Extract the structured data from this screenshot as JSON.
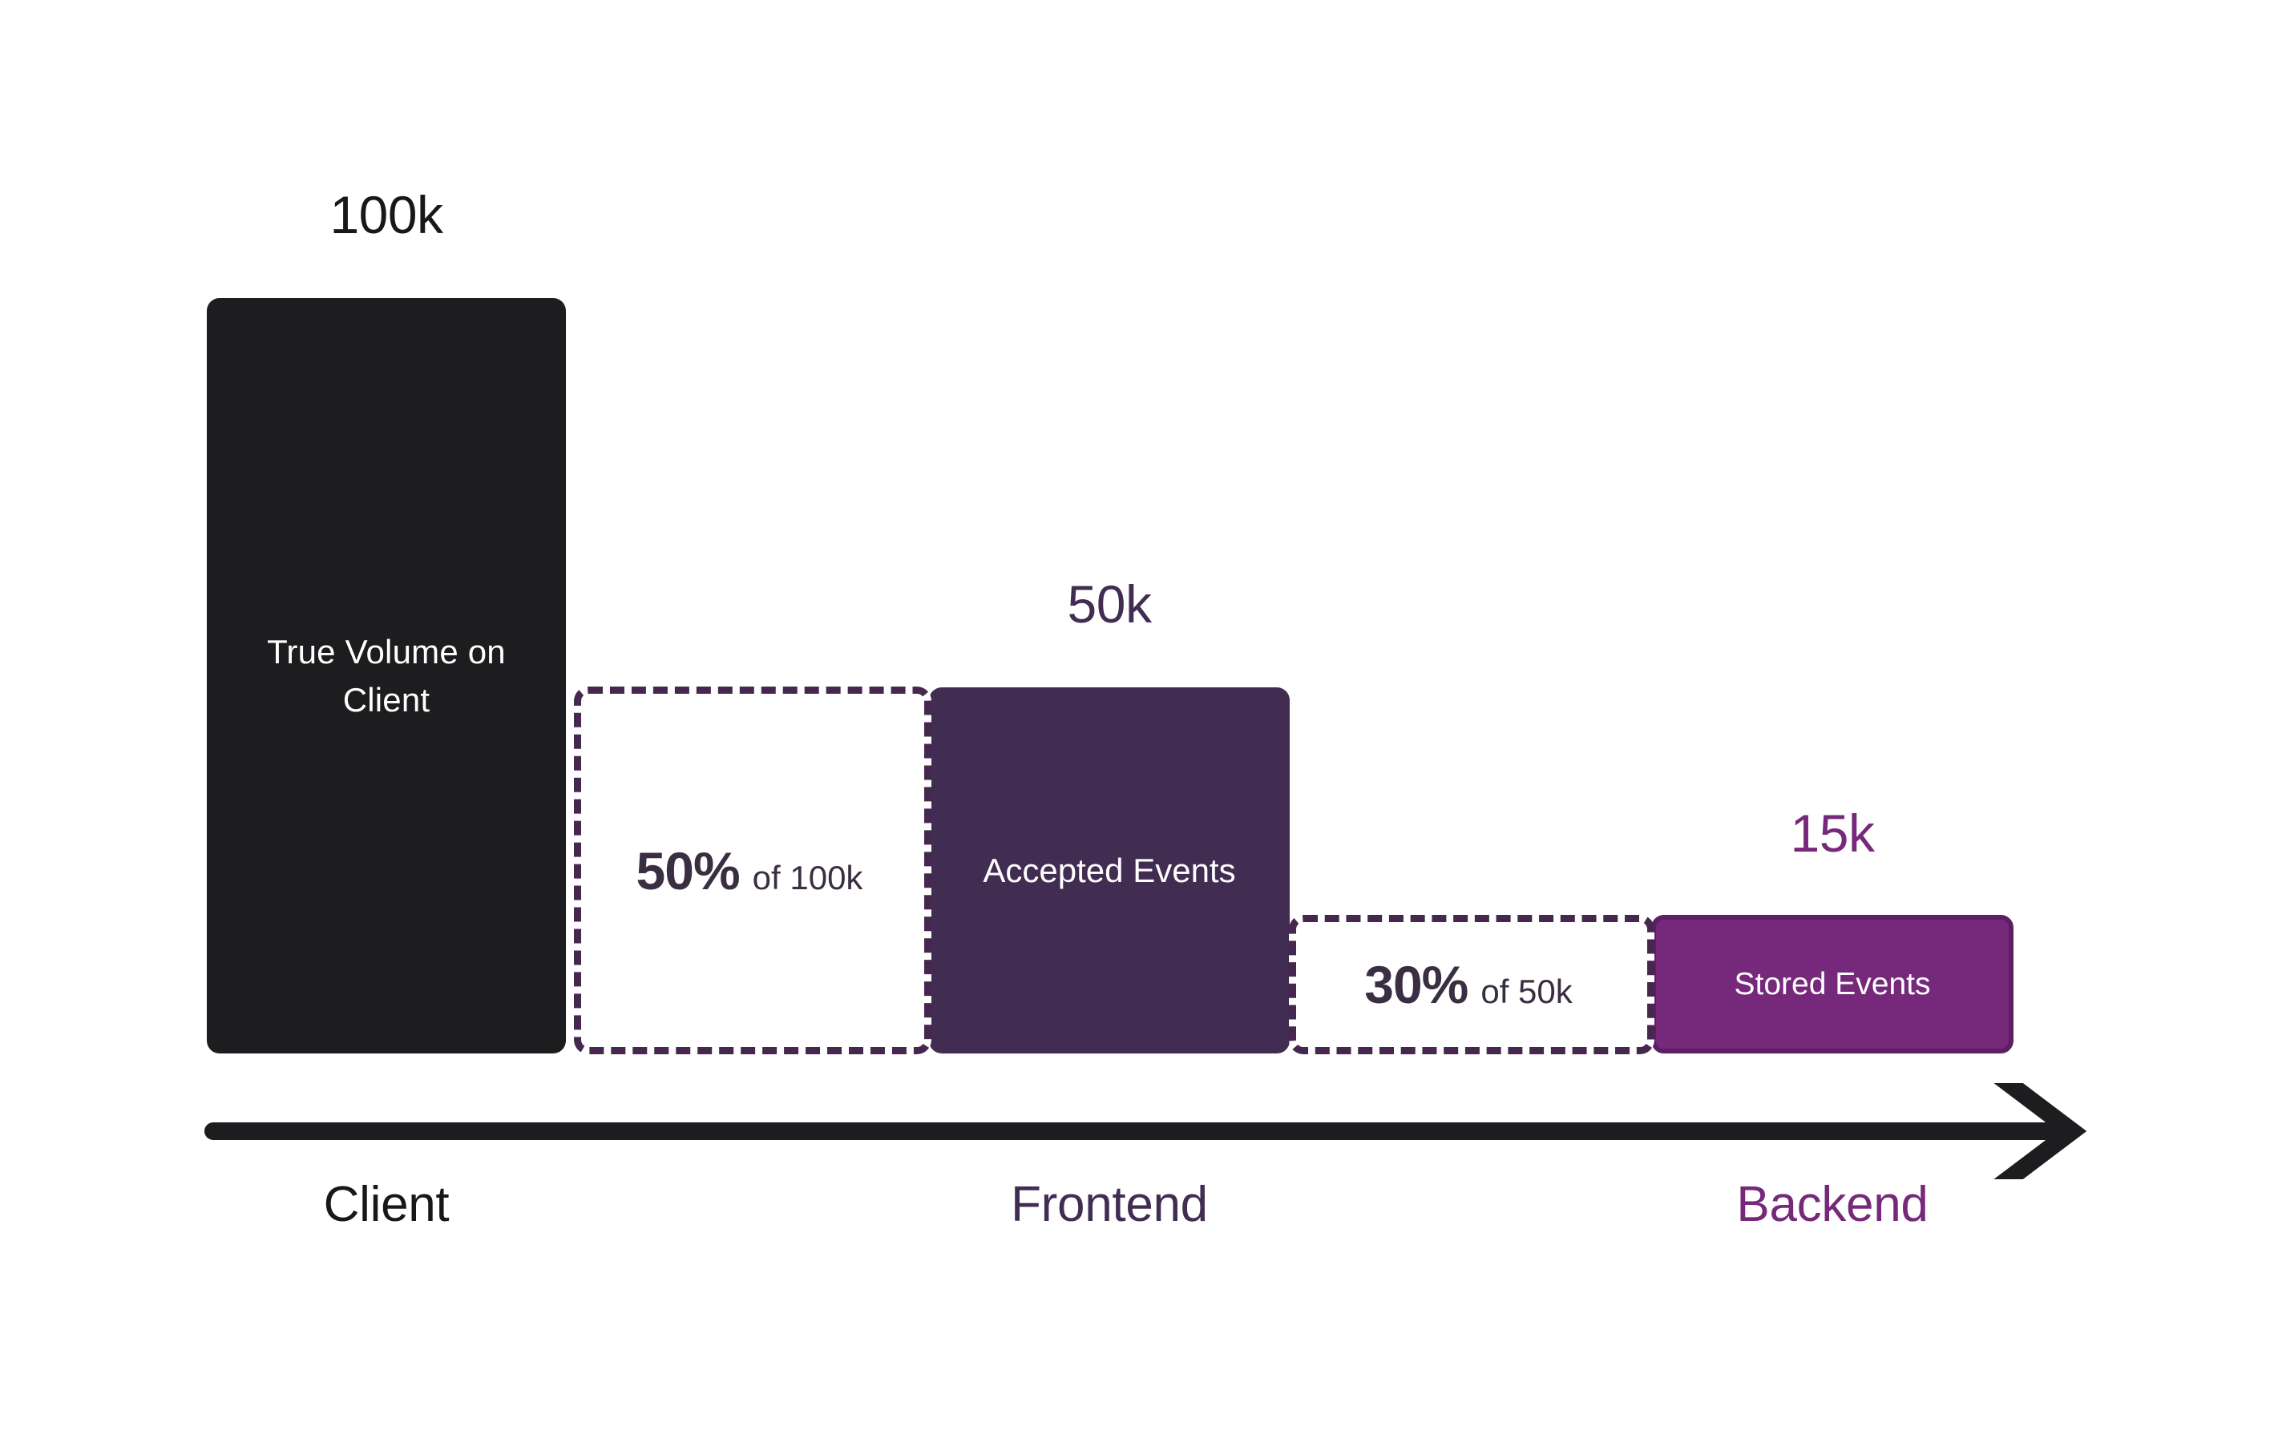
{
  "chart_data": {
    "type": "bar",
    "title": "",
    "subtitle": "",
    "xlabel": "",
    "ylabel": "",
    "grid": false,
    "legend_position": "none",
    "axis_arrow": "right-arrow",
    "categories": [
      "Client",
      "Frontend",
      "Backend"
    ],
    "values": [
      100000,
      50000,
      15000
    ],
    "value_labels": [
      "100k",
      "50k",
      "15k"
    ],
    "bars": [
      {
        "stage": "Client",
        "value": 100000,
        "value_label": "100k",
        "bar_label": "True Volume on Client",
        "color": "#1d1d20",
        "text_color": "#ffffff"
      },
      {
        "stage": "Frontend",
        "value": 50000,
        "value_label": "50k",
        "bar_label": "Accepted Events",
        "color": "#412c52",
        "text_color": "#ffffff"
      },
      {
        "stage": "Backend",
        "value": 15000,
        "value_label": "15k",
        "bar_label": "Stored Events",
        "color": "#76287b",
        "border_color": "#5d1f63",
        "text_color": "#ffffff"
      }
    ],
    "drop_offs": [
      {
        "percent": "50%",
        "of": "of 100k",
        "from_stage": "Client",
        "to_stage": "Frontend",
        "retained_fraction": 0.5,
        "border_color": "#46284f",
        "text_color": "#3a2e42"
      },
      {
        "percent": "30%",
        "of": "of 50k",
        "from_stage": "Frontend",
        "to_stage": "Backend",
        "retained_fraction": 0.3,
        "border_color": "#46284f",
        "text_color": "#3a2e42"
      }
    ],
    "axis_labels": [
      {
        "label": "Client",
        "color": "#18181b"
      },
      {
        "label": "Frontend",
        "color": "#412c52"
      },
      {
        "label": "Backend",
        "color": "#76287b"
      }
    ]
  },
  "colors": {
    "background": "#ffffff",
    "client": "#1d1d20",
    "frontend": "#412c52",
    "backend": "#76287b",
    "backend_border": "#5d1f63",
    "dashed": "#46284f",
    "axis": "#1d1d20",
    "drop_text": "#3a2e42"
  },
  "icons": {
    "axis_arrow": "arrow-right-icon"
  }
}
